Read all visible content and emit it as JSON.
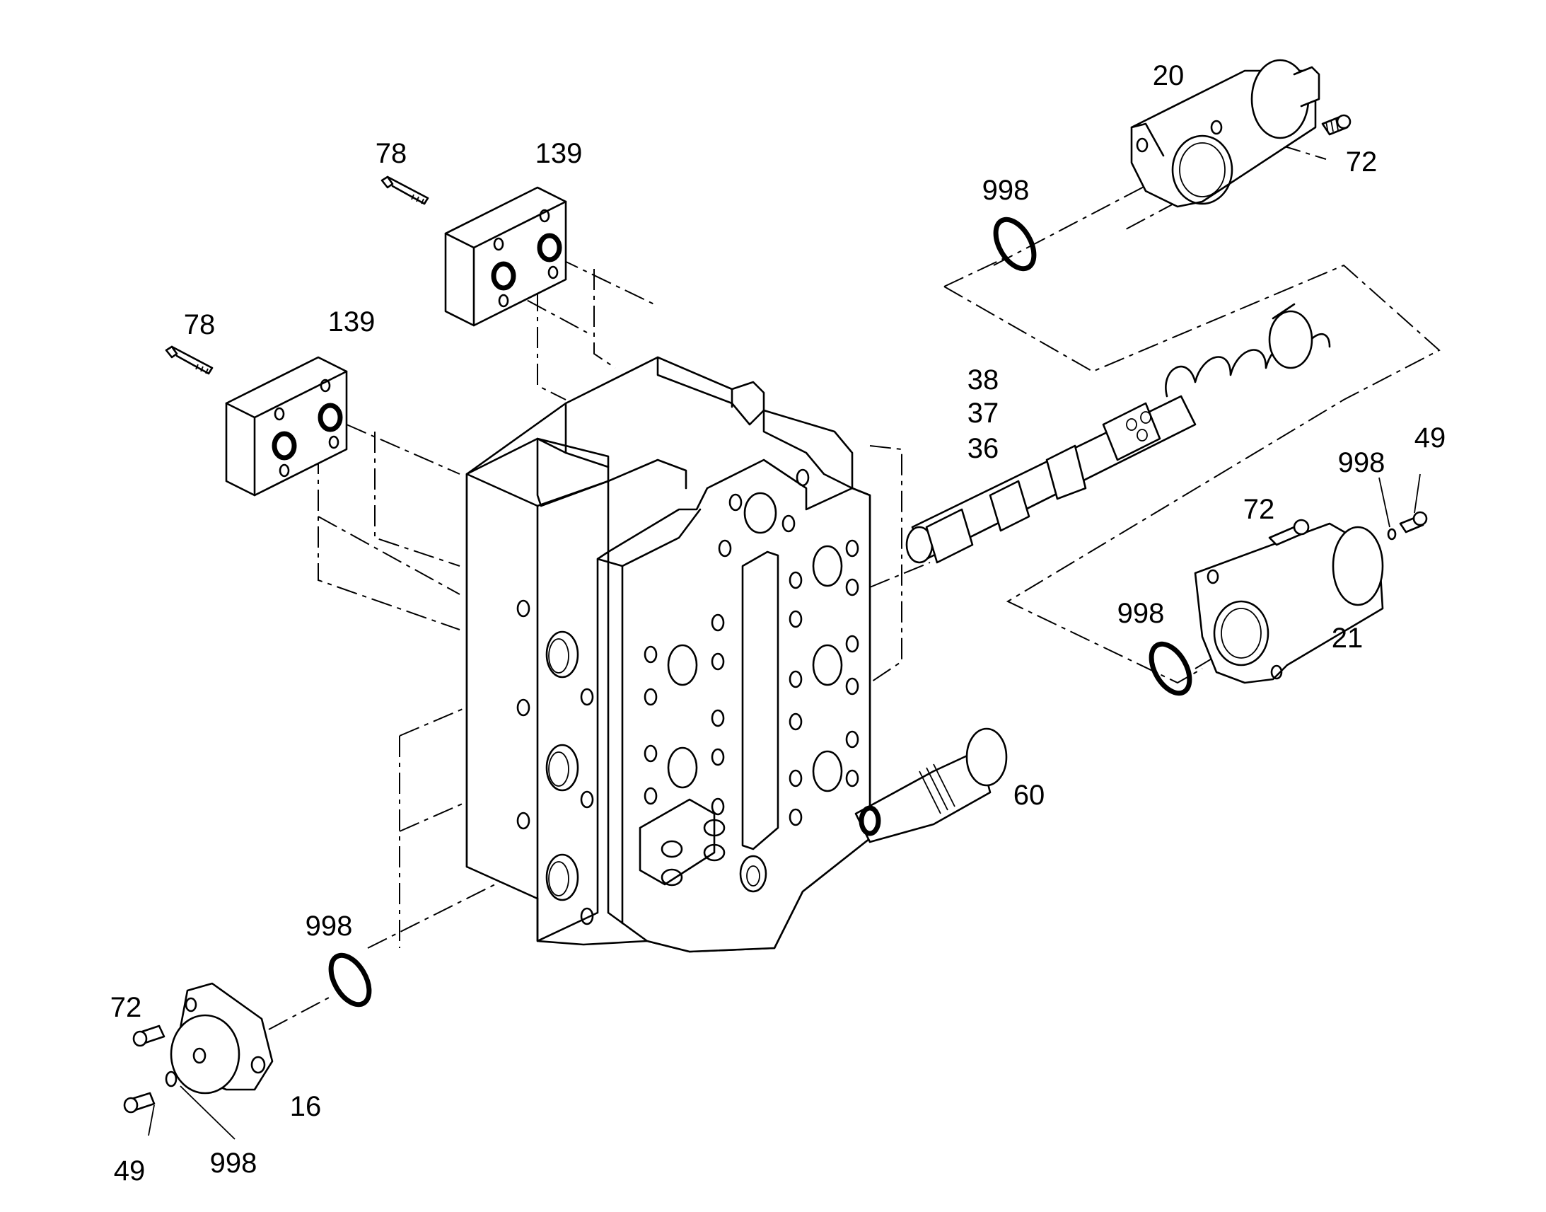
{
  "callouts": {
    "c78a": "78",
    "c139a": "139",
    "c78b": "78",
    "c139b": "139",
    "c20": "20",
    "c998a": "998",
    "c72a": "72",
    "c38": "38",
    "c37": "37",
    "c36": "36",
    "c998b": "998",
    "c49a": "49",
    "c72b": "72",
    "c998c": "998",
    "c21": "21",
    "c60": "60",
    "c998d": "998",
    "c72c": "72",
    "c16": "16",
    "c49b": "49",
    "c998e": "998"
  }
}
